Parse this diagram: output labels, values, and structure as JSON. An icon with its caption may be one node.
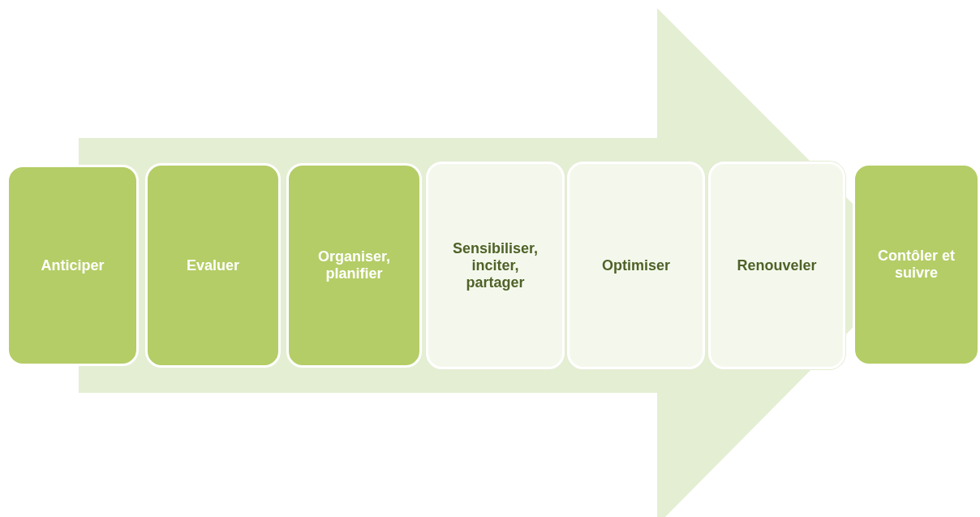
{
  "diagram": {
    "nodes": [
      {
        "text": [
          "Anticiper"
        ]
      },
      {
        "text": [
          "Evaluer"
        ]
      },
      {
        "text": [
          "Organiser, planifier"
        ]
      },
      {
        "text": [
          "Sensibiliser, inciter, partager"
        ]
      },
      {
        "text": [
          "Optimiser"
        ]
      },
      {
        "text": [
          "Renouveler"
        ]
      },
      {
        "text": [
          "Contôler et suivre"
        ]
      }
    ],
    "edges": [
      {
        "from": 0,
        "to": 6,
        "arrow": "to"
      }
    ]
  }
}
